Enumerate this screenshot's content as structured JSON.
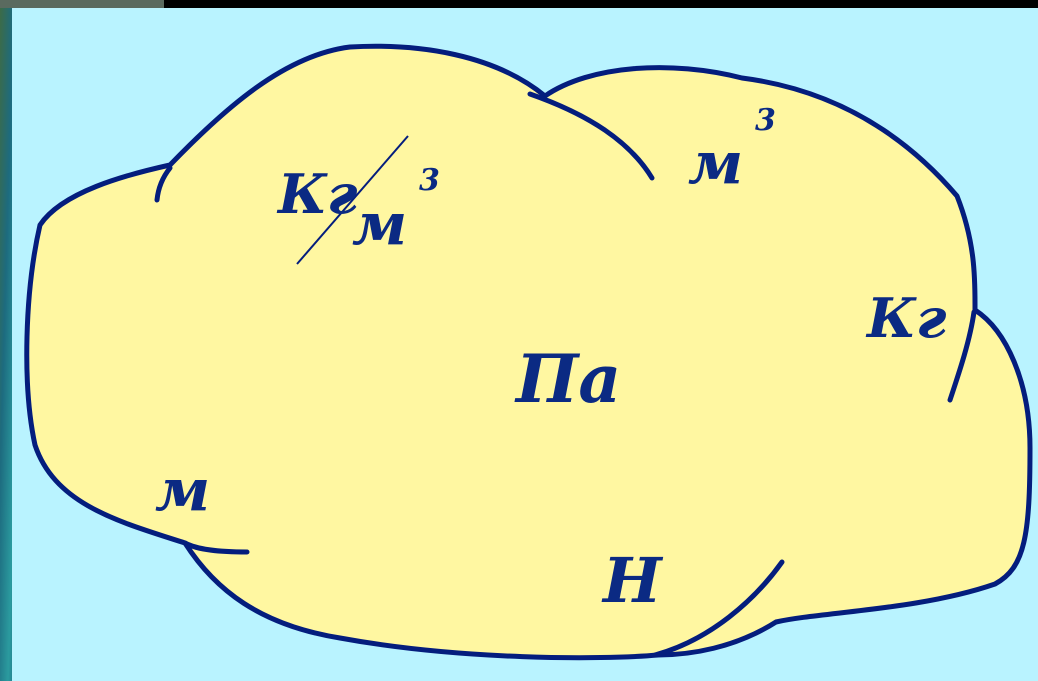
{
  "units": {
    "kg_per_m3": {
      "numerator": "Кг",
      "denominator": "м",
      "exponent": "3"
    },
    "m3": {
      "base": "м",
      "exponent": "3"
    },
    "kg": "Кг",
    "pa": "Па",
    "m": "м",
    "n": "Н"
  },
  "colors": {
    "panel": "#b9f3ff",
    "cloud": "#fff7a1",
    "outline": "#041d7d",
    "label": "#0b2a83"
  }
}
